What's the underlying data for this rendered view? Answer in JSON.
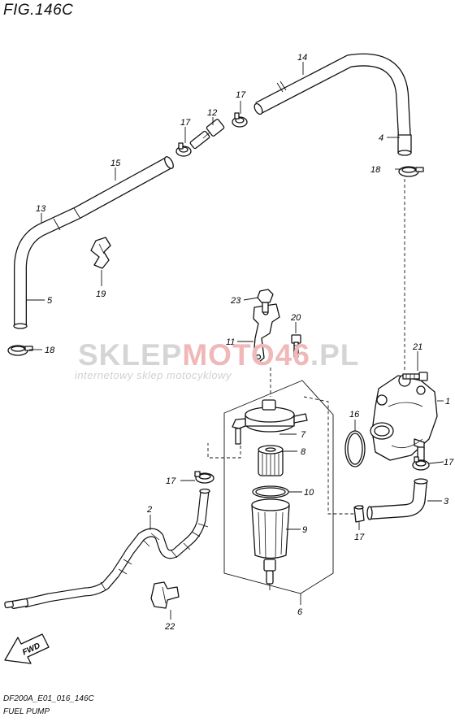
{
  "figure": {
    "title": "FIG.146C",
    "code": "DF200A_E01_016_146C",
    "name": "FUEL PUMP"
  },
  "watermark": {
    "brand_left": "SKLEP",
    "brand_accent": "MOTO46",
    "brand_right": ".PL",
    "tagline": "internetowy sklep motocyklowy"
  },
  "fwd_label": "FWD",
  "callouts": [
    {
      "id": "c1",
      "label": "1"
    },
    {
      "id": "c2",
      "label": "2"
    },
    {
      "id": "c3",
      "label": "3"
    },
    {
      "id": "c4",
      "label": "4"
    },
    {
      "id": "c5",
      "label": "5"
    },
    {
      "id": "c6",
      "label": "6"
    },
    {
      "id": "c7",
      "label": "7"
    },
    {
      "id": "c8",
      "label": "8"
    },
    {
      "id": "c9",
      "label": "9"
    },
    {
      "id": "c10",
      "label": "10"
    },
    {
      "id": "c11",
      "label": "11"
    },
    {
      "id": "c12",
      "label": "12"
    },
    {
      "id": "c13",
      "label": "13"
    },
    {
      "id": "c14",
      "label": "14"
    },
    {
      "id": "c15",
      "label": "15"
    },
    {
      "id": "c16",
      "label": "16"
    },
    {
      "id": "c17a",
      "label": "17"
    },
    {
      "id": "c17b",
      "label": "17"
    },
    {
      "id": "c17c",
      "label": "17"
    },
    {
      "id": "c17d",
      "label": "17"
    },
    {
      "id": "c17e",
      "label": "17"
    },
    {
      "id": "c18a",
      "label": "18"
    },
    {
      "id": "c18b",
      "label": "18"
    },
    {
      "id": "c19",
      "label": "19"
    },
    {
      "id": "c20",
      "label": "20"
    },
    {
      "id": "c21",
      "label": "21"
    },
    {
      "id": "c22",
      "label": "22"
    },
    {
      "id": "c23",
      "label": "23"
    }
  ],
  "colors": {
    "line": "#111111",
    "watermark_gray": "#d5d5d5",
    "watermark_red": "#f0b8b8"
  }
}
